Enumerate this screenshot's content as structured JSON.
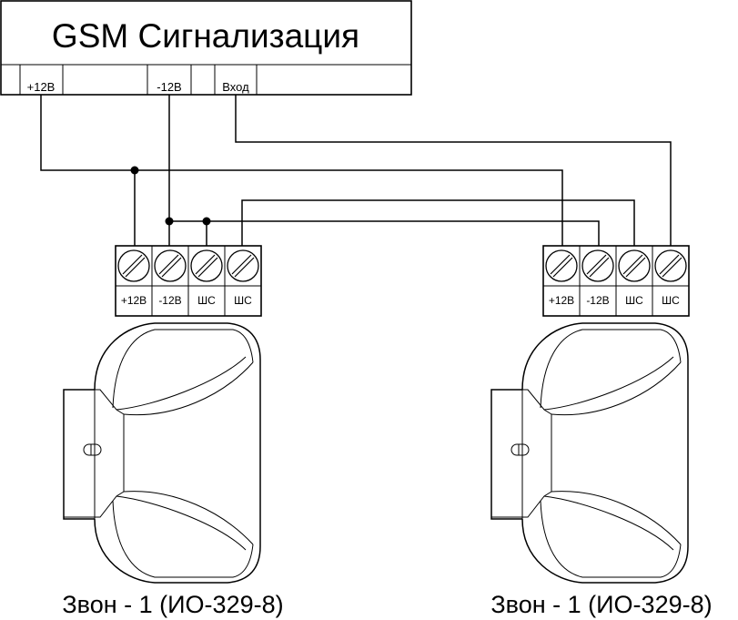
{
  "gsm": {
    "title": "GSM Сигнализация",
    "terminals": [
      "+12В",
      "-12В",
      "Вход"
    ]
  },
  "detectors": [
    {
      "terminal_labels": [
        "+12В",
        "-12В",
        "ШС",
        "ШС"
      ],
      "caption": "Звон - 1 (ИО-329-8)"
    },
    {
      "terminal_labels": [
        "+12В",
        "-12В",
        "ШС",
        "ШС"
      ],
      "caption": "Звон - 1 (ИО-329-8)"
    }
  ],
  "colors": {
    "line": "#000000",
    "background": "#ffffff"
  },
  "icons": [
    "screw-terminal-icon",
    "sounder-housing-icon",
    "slot-hole-icon"
  ]
}
